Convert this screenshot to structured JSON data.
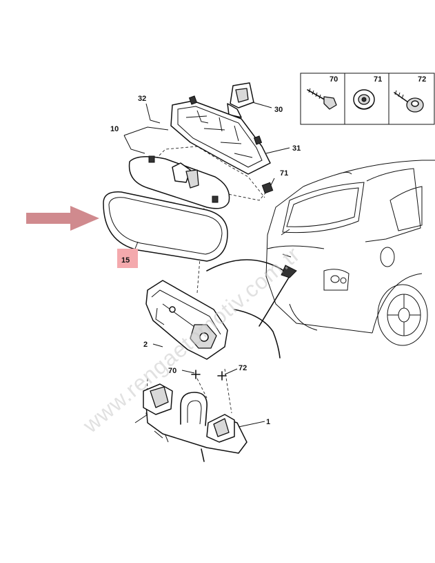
{
  "labels": {
    "l70_top": "70",
    "l71_top": "71",
    "l72_top": "72",
    "l32": "32",
    "l30": "30",
    "l10": "10",
    "l31": "31",
    "l71": "71",
    "l15": "15",
    "l2": "2",
    "l70": "70",
    "l72": "72",
    "l1": "1"
  },
  "watermark": "www.rengaetomotiv.com.tr",
  "colors": {
    "arrow": "#d08a8e",
    "highlight_box": "#f4a9ad",
    "line": "#111111"
  }
}
